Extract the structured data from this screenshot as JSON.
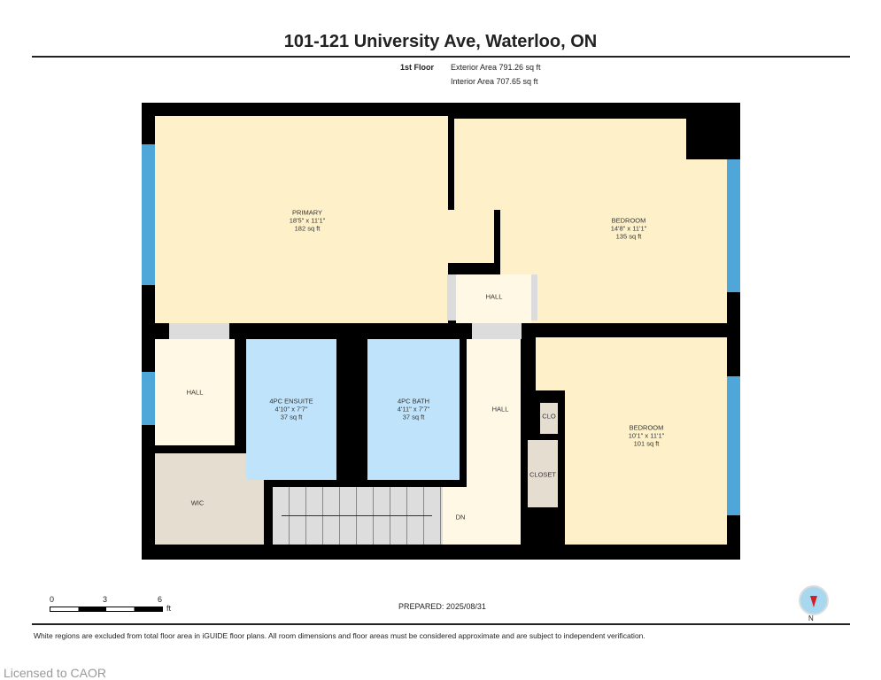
{
  "title": "101-121 University Ave, Waterloo, ON",
  "floor": {
    "name": "1st Floor",
    "exterior_area": "Exterior Area 791.26 sq ft",
    "interior_area": "Interior Area 707.65 sq ft"
  },
  "rooms": [
    {
      "name": "PRIMARY",
      "dims": "18'5\" x 11'1\"",
      "area": "182 sq ft"
    },
    {
      "name": "BEDROOM",
      "dims": "14'8\" x 11'1\"",
      "area": "135 sq ft"
    },
    {
      "name": "HALL"
    },
    {
      "name": "HALL"
    },
    {
      "name": "4PC ENSUITE",
      "dims": "4'10\" x 7'7\"",
      "area": "37 sq ft"
    },
    {
      "name": "4PC BATH",
      "dims": "4'11\" x 7'7\"",
      "area": "37 sq ft"
    },
    {
      "name": "HALL"
    },
    {
      "name": "CLO"
    },
    {
      "name": "BEDROOM",
      "dims": "10'1\" x 11'1\"",
      "area": "101 sq ft"
    },
    {
      "name": "CLOSET"
    },
    {
      "name": "WIC"
    },
    {
      "name": "DN"
    }
  ],
  "scale": {
    "ticks": [
      "0",
      "3",
      "6"
    ],
    "unit": "ft"
  },
  "prepared": "PREPARED: 2025/08/31",
  "compass": {
    "label": "N"
  },
  "disclaimer": "White regions are excluded from total floor area in iGUIDE floor plans. All room dimensions and floor areas must be considered approximate and are subject to independent verification.",
  "license": "Licensed to CAOR",
  "colors": {
    "room": "#fef0c9",
    "bath": "#bfe3fb",
    "window": "#4ea7d8",
    "wall": "#000000"
  }
}
